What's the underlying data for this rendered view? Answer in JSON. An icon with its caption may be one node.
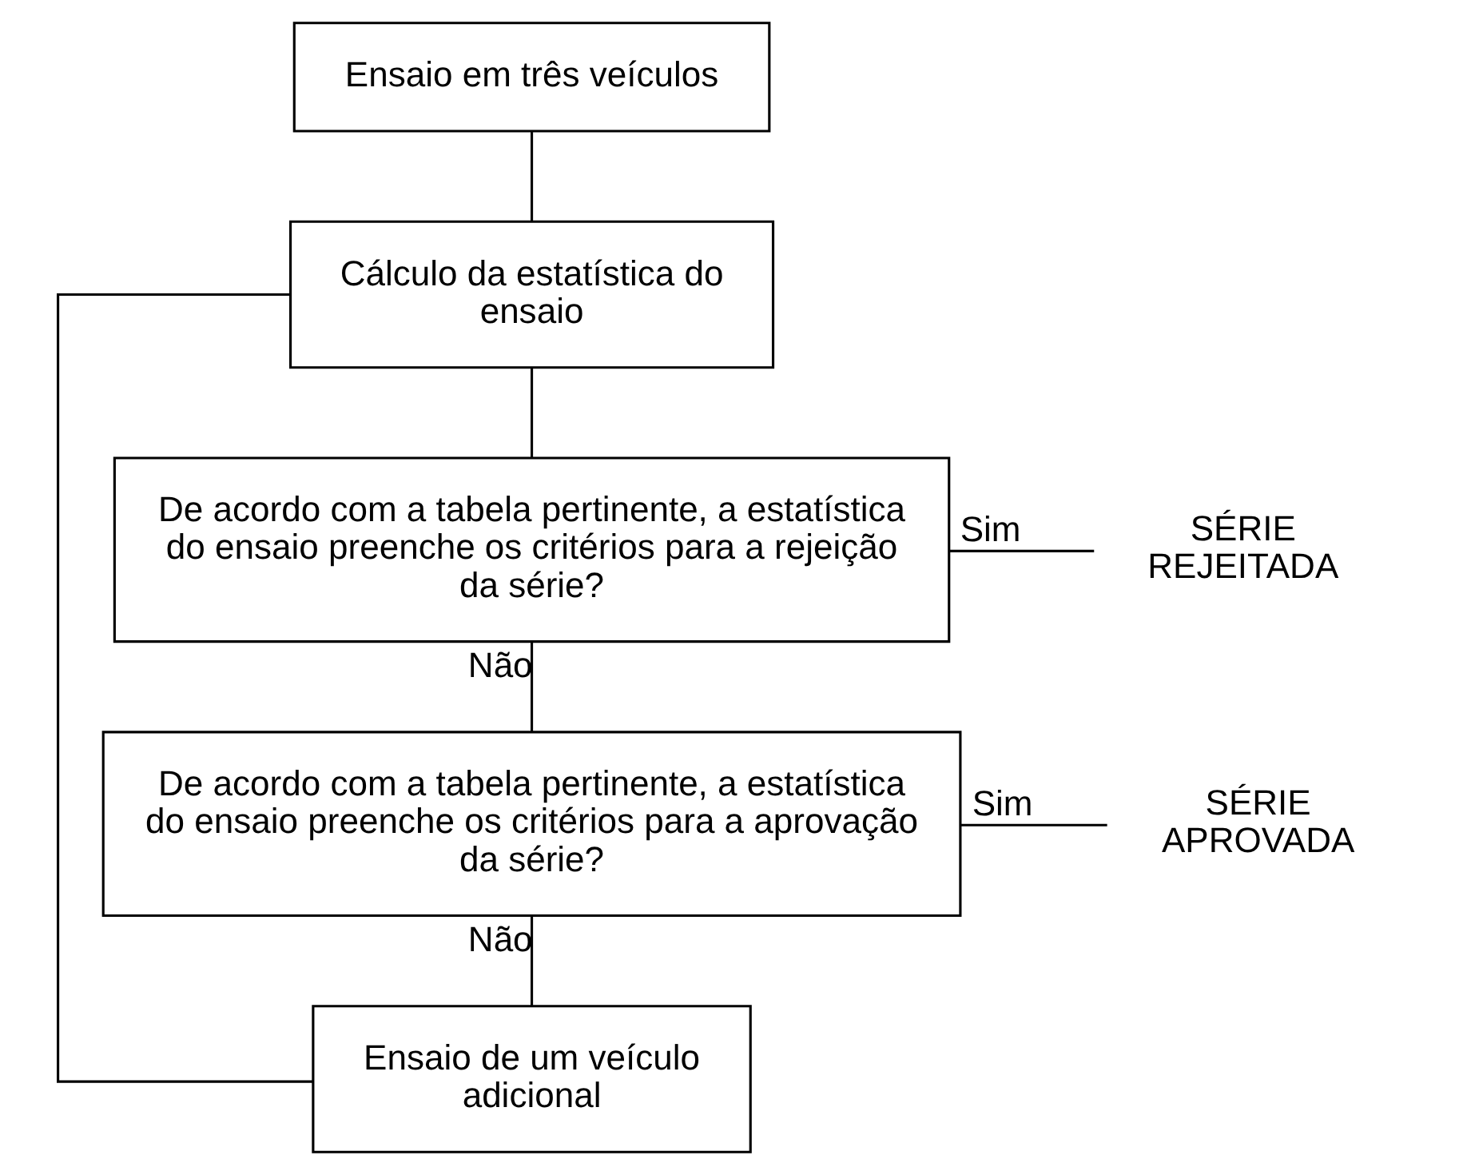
{
  "diagram": {
    "nodes": [
      {
        "text": [
          "Ensaio em três veículos"
        ]
      },
      {
        "text": [
          "Cálculo da estatística do ensaio"
        ]
      },
      {
        "text": [
          "De acordo com a tabela pertinente, a estatística do ensaio preenche os critérios para a rejeição da série?"
        ]
      },
      {
        "text": [
          "SÉRIE REJEITADA"
        ]
      },
      {
        "text": [
          "De acordo com a tabela pertinente, a estatística do ensaio preenche os critérios para a aprovação da série?"
        ]
      },
      {
        "text": [
          "SÉRIE APROVADA"
        ]
      },
      {
        "text": [
          "Ensaio de um veículo adicional"
        ]
      }
    ],
    "edges": [
      {
        "from": 0,
        "to": 1,
        "arrow": "none"
      },
      {
        "from": 1,
        "to": 2,
        "arrow": "none"
      },
      {
        "from": 2,
        "to": 3,
        "label": "Sim",
        "arrow": "none"
      },
      {
        "from": 2,
        "to": 4,
        "label": "Não",
        "arrow": "none"
      },
      {
        "from": 4,
        "to": 5,
        "label": "Sim",
        "arrow": "none"
      },
      {
        "from": 4,
        "to": 6,
        "label": "Não",
        "arrow": "none"
      },
      {
        "from": 6,
        "to": 1,
        "arrow": "none"
      }
    ]
  }
}
